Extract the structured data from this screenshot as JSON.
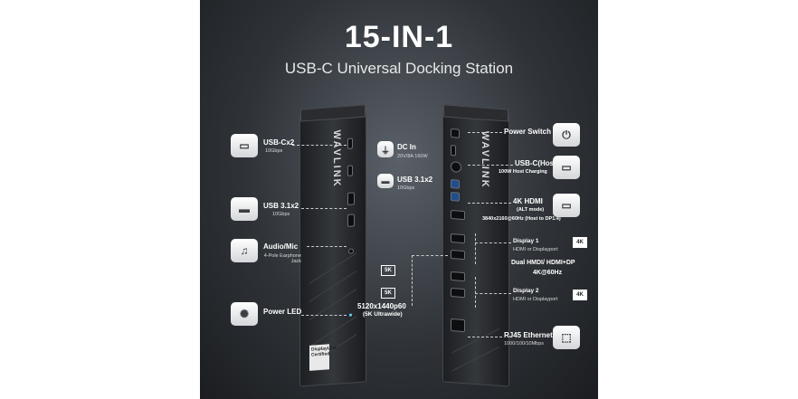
{
  "header": {
    "title": "15-IN-1",
    "subtitle": "USB-C Universal Docking Station"
  },
  "device": {
    "brand": "WAVLINK",
    "badge": "DisplayLink Certified"
  },
  "left_callouts": [
    {
      "label": "USB-Cx2",
      "sub": "10Gbps",
      "icon": "usb-c-port-icon"
    },
    {
      "label": "USB 3.1x2",
      "sub": "10Gbps",
      "icon": "usb-a-port-icon"
    },
    {
      "label": "Audio/Mic",
      "sub": "4-Pole Earphone Jack",
      "icon": "headphones-icon"
    },
    {
      "label": "Power LED",
      "sub": "",
      "icon": "light-bulb-icon"
    }
  ],
  "center_callouts": {
    "dc_in": {
      "label": "DC In",
      "sub": "20V/8A 160W"
    },
    "usb31": {
      "label": "USB 3.1x2",
      "sub": "10Gbps"
    },
    "resolution": {
      "label": "5120x1440p60",
      "sub": "(5K Ultrawide)"
    },
    "badge_5k": "5K"
  },
  "right_callouts": [
    {
      "label": "Power Switch",
      "sub": "",
      "icon": "power-icon"
    },
    {
      "label": "USB-C(Host)",
      "sub": "100W Host Charging",
      "icon": "usb-c-port-icon"
    },
    {
      "label": "4K HDMI",
      "sub": "(ALT mode)",
      "sub2": "3840x2160@60Hz (Host to DP1.4)",
      "icon": "hdmi-port-icon"
    },
    {
      "label": "Display 1",
      "sub": "HDMI or Displayport",
      "icon": "4k-monitor-icon"
    },
    {
      "label": "Display 2",
      "sub": "HDMI or Displayport",
      "icon": "4k-monitor-icon"
    },
    {
      "label": "RJ45 Ethernet",
      "sub": "1000/100/10Mbps",
      "icon": "ethernet-icon"
    }
  ],
  "dual_display": {
    "line1": "Dual  HMDI/ HDMI+DP",
    "line2": "4K@60Hz"
  },
  "badge_4k": "4K"
}
